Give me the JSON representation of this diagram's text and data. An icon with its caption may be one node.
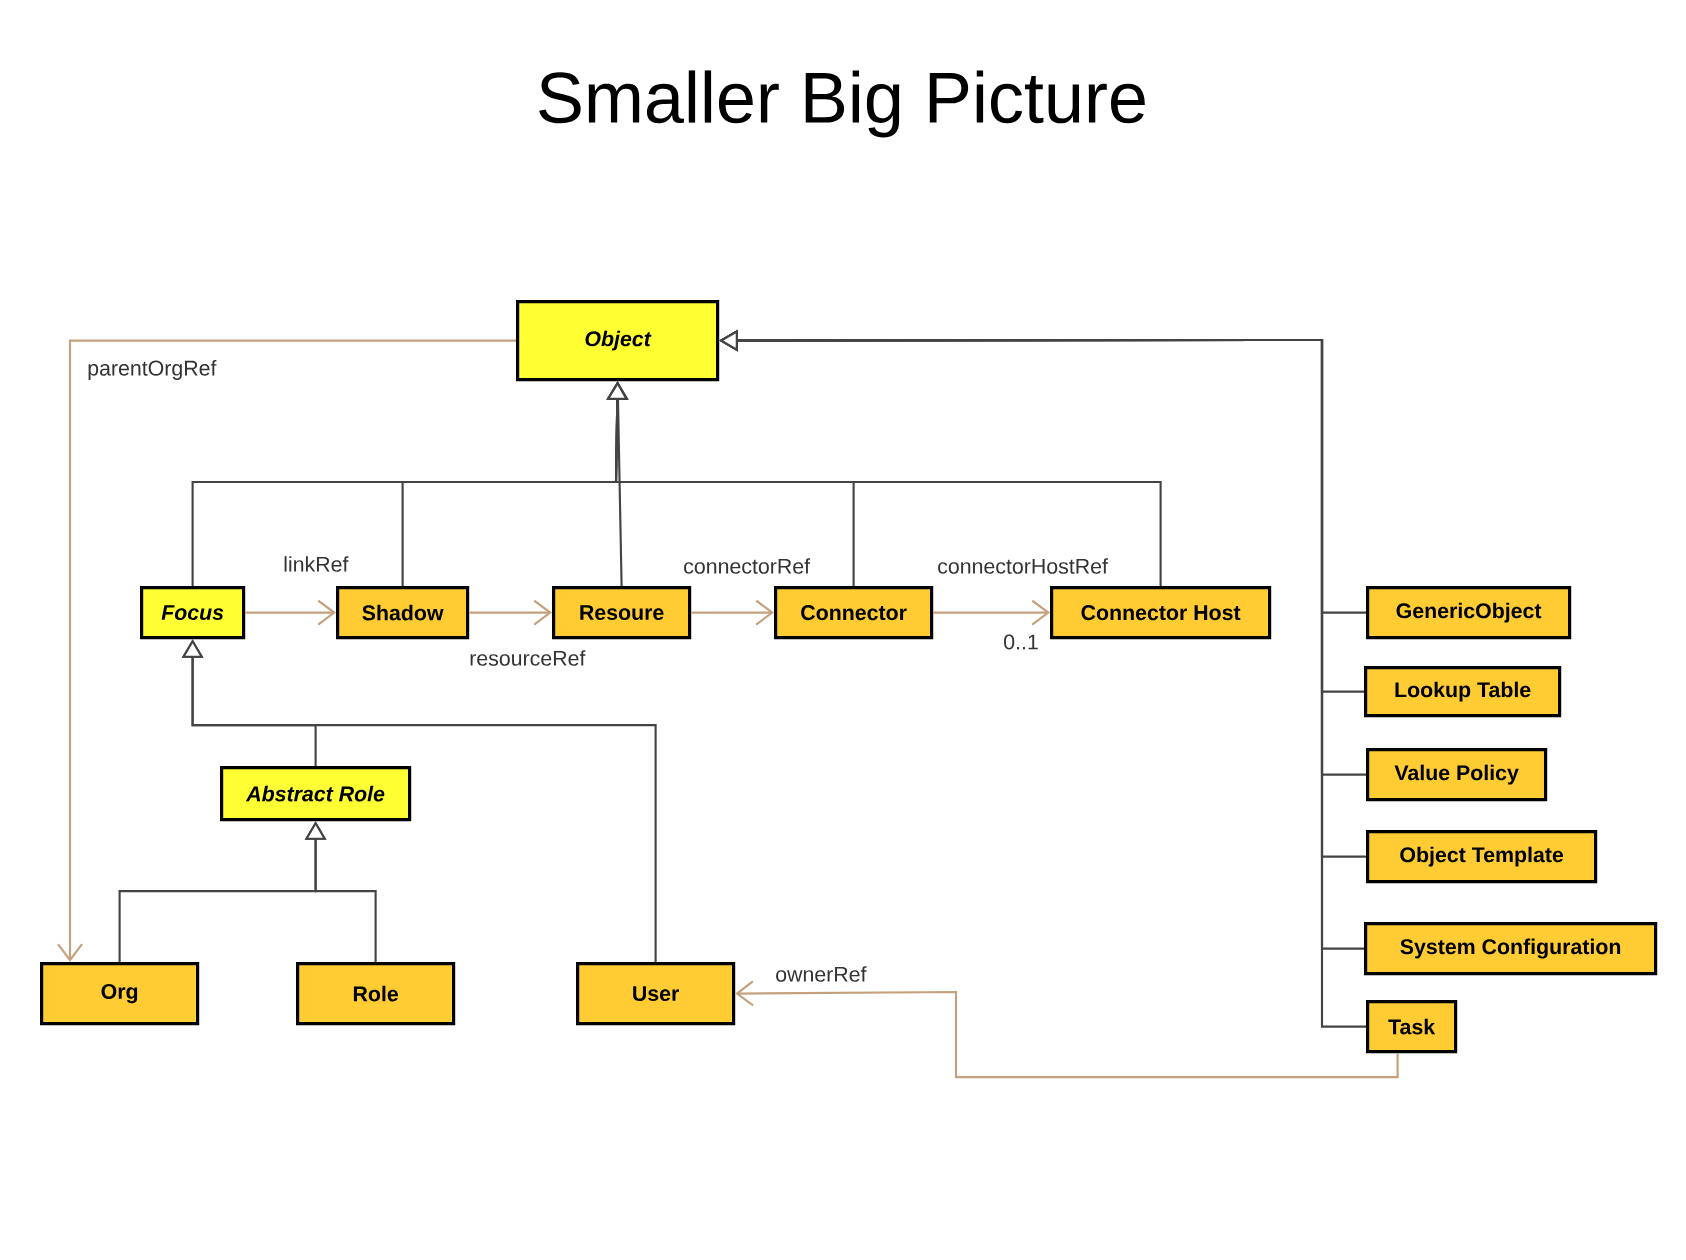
{
  "diagram": {
    "title": "Smaller Big Picture",
    "nodes": [
      {
        "text": [
          "Object"
        ]
      },
      {
        "text": [
          "Focus"
        ]
      },
      {
        "text": [
          "Shadow"
        ]
      },
      {
        "text": [
          "Resoure"
        ]
      },
      {
        "text": [
          "Connector"
        ]
      },
      {
        "text": [
          "Connector Host"
        ]
      },
      {
        "text": [
          "GenericObject"
        ]
      },
      {
        "text": [
          "Lookup Table"
        ]
      },
      {
        "text": [
          "Value Policy"
        ]
      },
      {
        "text": [
          "Abstract Role"
        ]
      },
      {
        "text": [
          "Object Template"
        ]
      },
      {
        "text": [
          "System Configuration"
        ]
      },
      {
        "text": [
          "Org"
        ]
      },
      {
        "text": [
          "Role"
        ]
      },
      {
        "text": [
          "User"
        ]
      },
      {
        "text": [
          "Task"
        ]
      }
    ],
    "edges": [
      {
        "from": 1,
        "to": 0,
        "arrow": "to"
      },
      {
        "from": 2,
        "to": 0,
        "arrow": "to"
      },
      {
        "from": 3,
        "to": 0,
        "arrow": "to"
      },
      {
        "from": 4,
        "to": 0,
        "arrow": "to"
      },
      {
        "from": 5,
        "to": 0,
        "arrow": "to"
      },
      {
        "from": 6,
        "to": 0,
        "arrow": "to"
      },
      {
        "from": 7,
        "to": 0,
        "arrow": "to"
      },
      {
        "from": 8,
        "to": 0,
        "arrow": "to"
      },
      {
        "from": 10,
        "to": 0,
        "arrow": "to"
      },
      {
        "from": 11,
        "to": 0,
        "arrow": "to"
      },
      {
        "from": 15,
        "to": 0,
        "arrow": "to"
      },
      {
        "from": 9,
        "to": 1,
        "arrow": "to"
      },
      {
        "from": 14,
        "to": 1,
        "arrow": "to"
      },
      {
        "from": 12,
        "to": 9,
        "arrow": "to"
      },
      {
        "from": 13,
        "to": 9,
        "arrow": "to"
      },
      {
        "from": 1,
        "to": 2,
        "arrow": "to",
        "label": "linkRef",
        "color": "#c4a07c"
      },
      {
        "from": 2,
        "to": 3,
        "arrow": "to",
        "label": "resourceRef",
        "color": "#c4a07c"
      },
      {
        "from": 3,
        "to": 4,
        "arrow": "to",
        "label": "connectorRef",
        "color": "#c4a07c"
      },
      {
        "from": 4,
        "to": 5,
        "arrow": "to",
        "label": "connectorHostRef",
        "color": "#c4a07c"
      },
      {
        "from": 0,
        "to": 12,
        "arrow": "to",
        "label": "parentOrgRef",
        "color": "#c4a07c"
      },
      {
        "from": 15,
        "to": 14,
        "arrow": "to",
        "label": "ownerRef",
        "color": "#c4a07c"
      }
    ],
    "labels": [
      "0..1"
    ]
  }
}
